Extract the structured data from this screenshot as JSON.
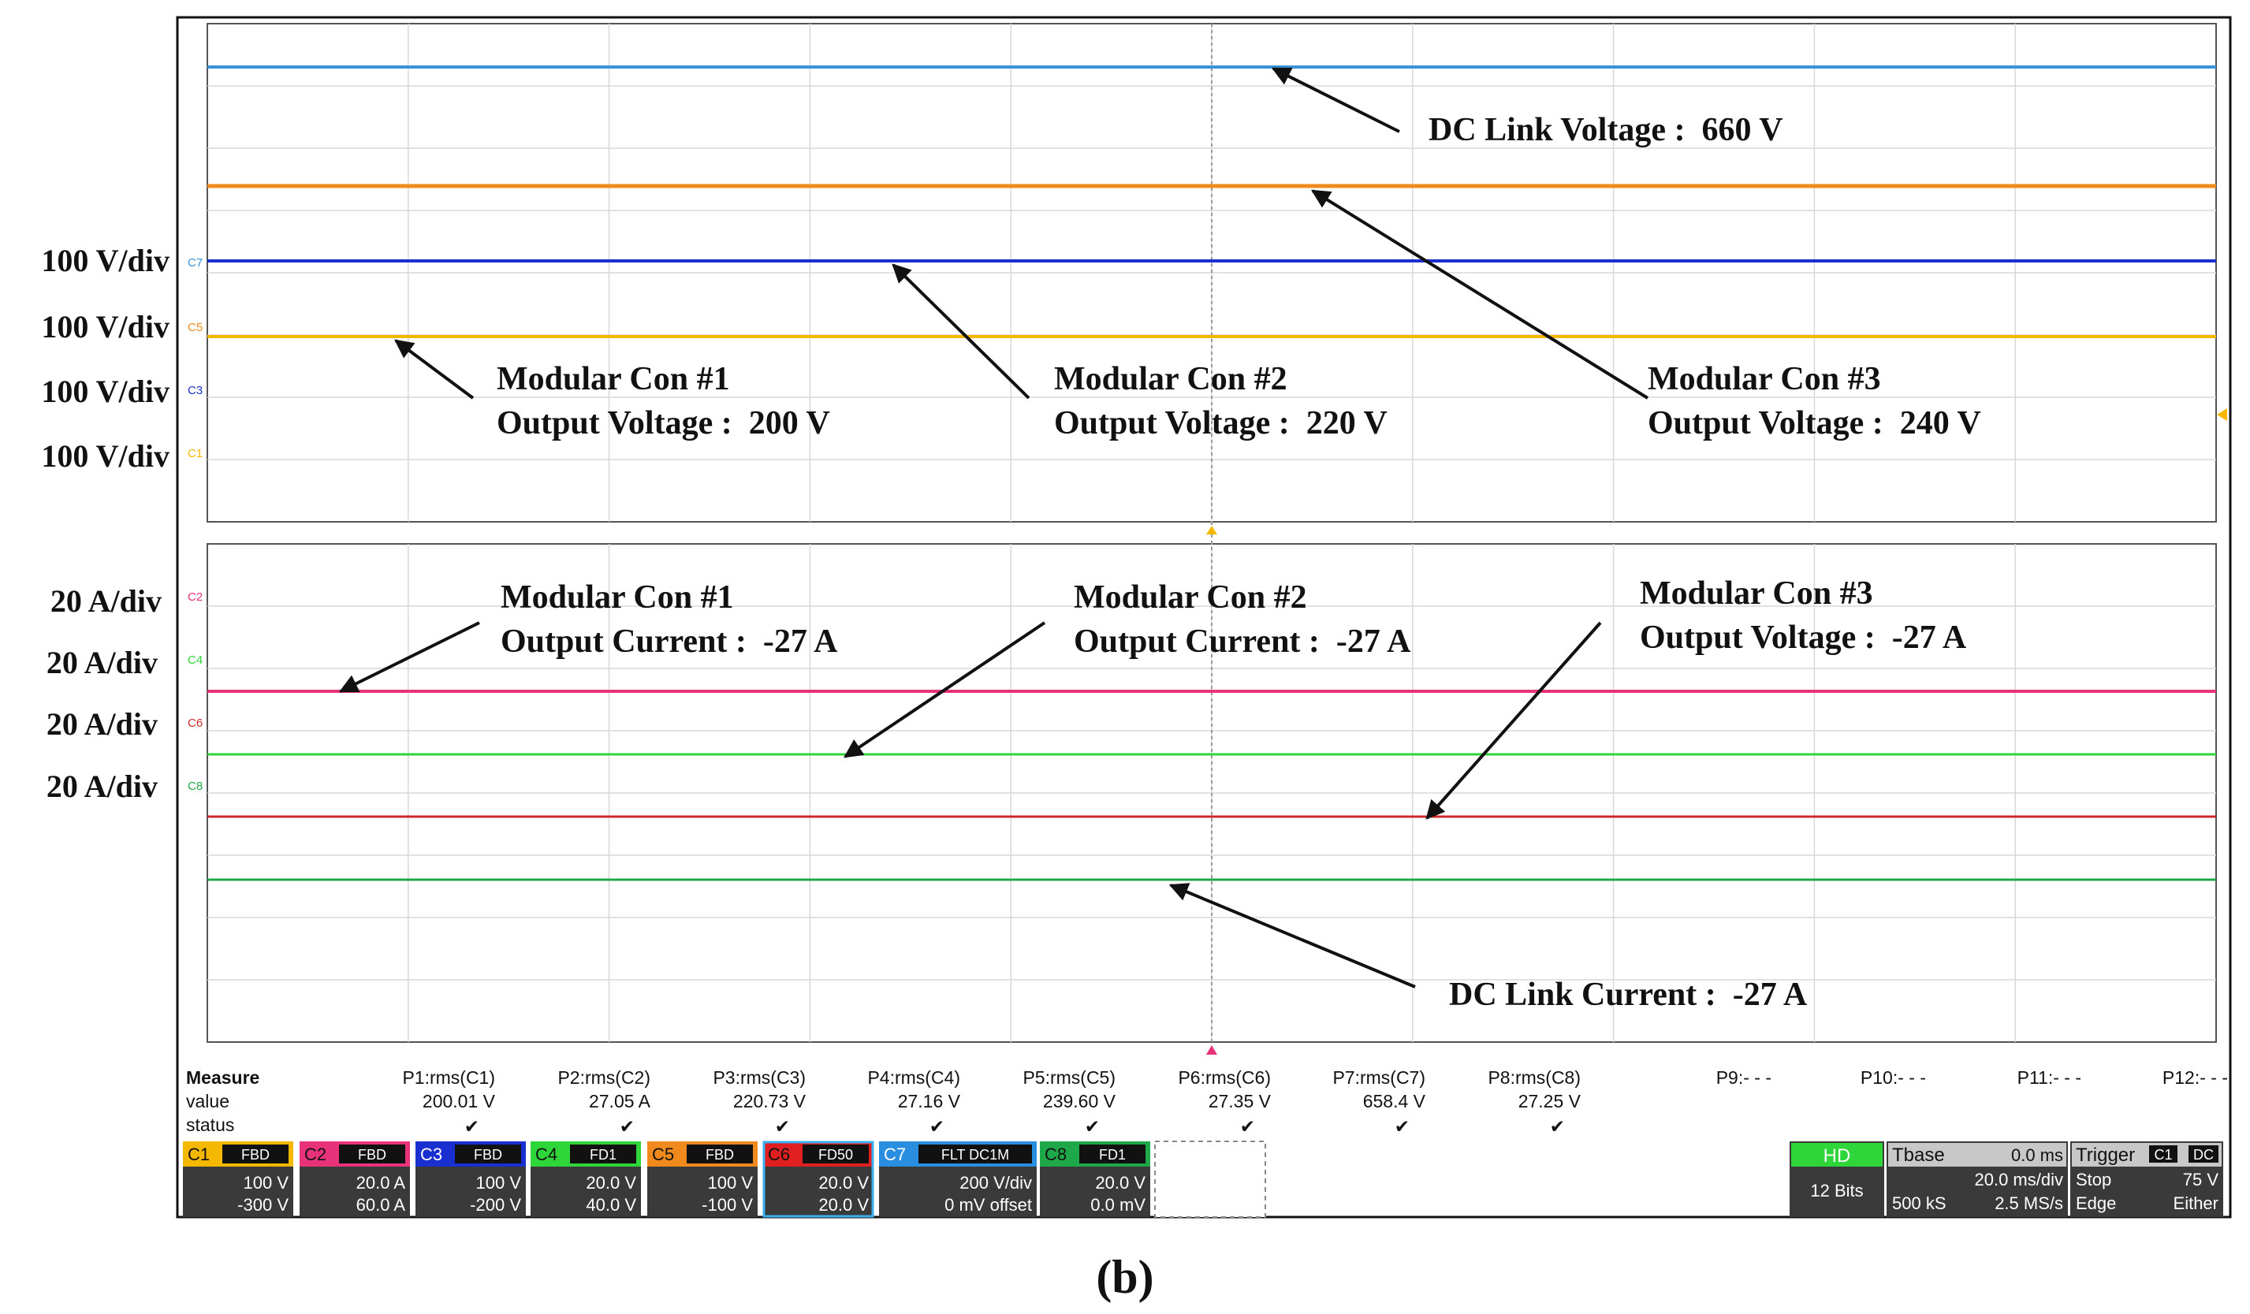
{
  "scale_labels": {
    "v1": "100 V/div",
    "v2": "100 V/div",
    "v3": "100 V/div",
    "v4": "100 V/div",
    "a1": "20 A/div",
    "a2": "20 A/div",
    "a3": "20 A/div",
    "a4": "20 A/div"
  },
  "channel_markers": {
    "c7": "C7",
    "c5": "C5",
    "c3": "C3",
    "c1": "C1",
    "c2": "C2",
    "c4": "C4",
    "c6": "C6",
    "c8": "C8"
  },
  "annotations": {
    "dc_link_voltage": "DC Link Voltage :  660 V",
    "mc1_v_title": "Modular Con #1",
    "mc1_v_value": "Output Voltage :  200 V",
    "mc2_v_title": "Modular Con #2",
    "mc2_v_value": "Output Voltage :  220 V",
    "mc3_v_title": "Modular Con #3",
    "mc3_v_value": "Output Voltage :  240 V",
    "mc1_i_title": "Modular Con #1",
    "mc1_i_value": "Output Current :  -27 A",
    "mc2_i_title": "Modular Con #2",
    "mc2_i_value": "Output Current :  -27 A",
    "mc3_i_title": "Modular Con #3",
    "mc3_i_value": "Output Voltage :  -27 A",
    "dc_link_current": "DC Link Current :  -27 A"
  },
  "measure": {
    "header": "Measure",
    "row_value": "value",
    "row_status": "status",
    "params": [
      {
        "name": "P1:rms(C1)",
        "value": "200.01 V",
        "status": "✔"
      },
      {
        "name": "P2:rms(C2)",
        "value": "27.05 A",
        "status": "✔"
      },
      {
        "name": "P3:rms(C3)",
        "value": "220.73 V",
        "status": "✔"
      },
      {
        "name": "P4:rms(C4)",
        "value": "27.16 V",
        "status": "✔"
      },
      {
        "name": "P5:rms(C5)",
        "value": "239.60 V",
        "status": "✔"
      },
      {
        "name": "P6:rms(C6)",
        "value": "27.35 V",
        "status": "✔"
      },
      {
        "name": "P7:rms(C7)",
        "value": "658.4 V",
        "status": "✔"
      },
      {
        "name": "P8:rms(C8)",
        "value": "27.25 V",
        "status": "✔"
      },
      {
        "name": "P9:- - -",
        "value": "",
        "status": ""
      },
      {
        "name": "P10:- - -",
        "value": "",
        "status": ""
      },
      {
        "name": "P11:- - -",
        "value": "",
        "status": ""
      },
      {
        "name": "P12:- - -",
        "value": "",
        "status": ""
      }
    ]
  },
  "channels": [
    {
      "id": "C1",
      "flags": "FBD",
      "scale": "100 V",
      "offset": "-300 V",
      "color": "#f5b800"
    },
    {
      "id": "C2",
      "flags": "FBD",
      "scale": "20.0 A",
      "offset": "60.0 A",
      "color": "#e8337a"
    },
    {
      "id": "C3",
      "flags": "FBD",
      "scale": "100 V",
      "offset": "-200 V",
      "color": "#1a2fd0"
    },
    {
      "id": "C4",
      "flags": "FD1",
      "scale": "20.0 V",
      "offset": "40.0 V",
      "color": "#2fd63a"
    },
    {
      "id": "C5",
      "flags": "FBD",
      "scale": "100 V",
      "offset": "-100 V",
      "color": "#f08a1c"
    },
    {
      "id": "C6",
      "flags": "FD50",
      "scale": "20.0 V",
      "offset": "20.0 V",
      "color": "#e02020"
    },
    {
      "id": "C7",
      "flags": "FLT DC1M",
      "scale": "200 V/div",
      "offset": "0 mV offset",
      "color": "#2a8ee0"
    },
    {
      "id": "C8",
      "flags": "FD1",
      "scale": "20.0 V",
      "offset": "0.0 mV",
      "color": "#1fa84a"
    }
  ],
  "hd": {
    "label": "HD",
    "bits": "12 Bits"
  },
  "timebase": {
    "label": "Tbase",
    "delay": "0.0 ms",
    "div": "20.0 ms/div",
    "samples": "500 kS",
    "rate": "2.5 MS/s"
  },
  "trigger": {
    "label": "Trigger",
    "ch1": "C1",
    "ch2": "DC",
    "mode": "Stop",
    "level": "75 V",
    "type": "Edge",
    "slope": "Either"
  },
  "caption": "(b)",
  "colors": {
    "dc_link_voltage": "#3a93d6",
    "mc3_voltage": "#f08a1c",
    "mc2_voltage": "#1a2fd0",
    "mc1_voltage": "#f5b800",
    "mc1_current": "#e8337a",
    "mc2_current": "#2fd63a",
    "mc3_current": "#d02828",
    "dc_link_current": "#1fa84a"
  }
}
